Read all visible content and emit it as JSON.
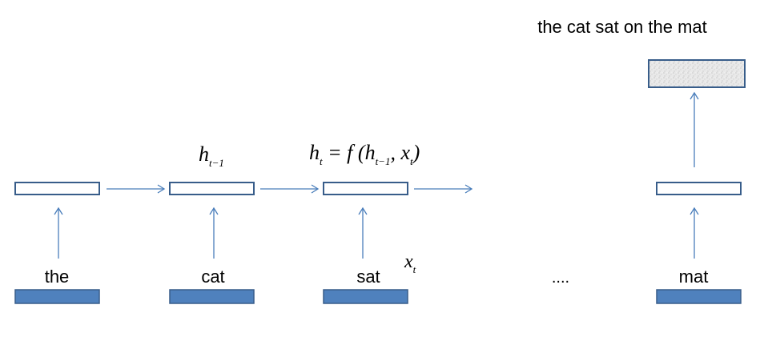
{
  "title": "the cat sat on the mat",
  "words": [
    "the",
    "cat",
    "sat",
    "mat"
  ],
  "ellipsis": "....",
  "labels": {
    "h_prev": {
      "base": "h",
      "sub": "t−1"
    },
    "equation": {
      "h": "h",
      "t": "t",
      "eq_f": " = f (",
      "h2": "h",
      "tm1": "t−1",
      "comma_x": ", x",
      "t2": "t",
      "close": ")"
    },
    "x_t": {
      "base": "x",
      "sub": "t"
    }
  },
  "colors": {
    "input_fill": "#4f81bd",
    "border": "#385d8a",
    "arrow": "#4a7ebb",
    "output_fill": "#e8e8e8"
  }
}
